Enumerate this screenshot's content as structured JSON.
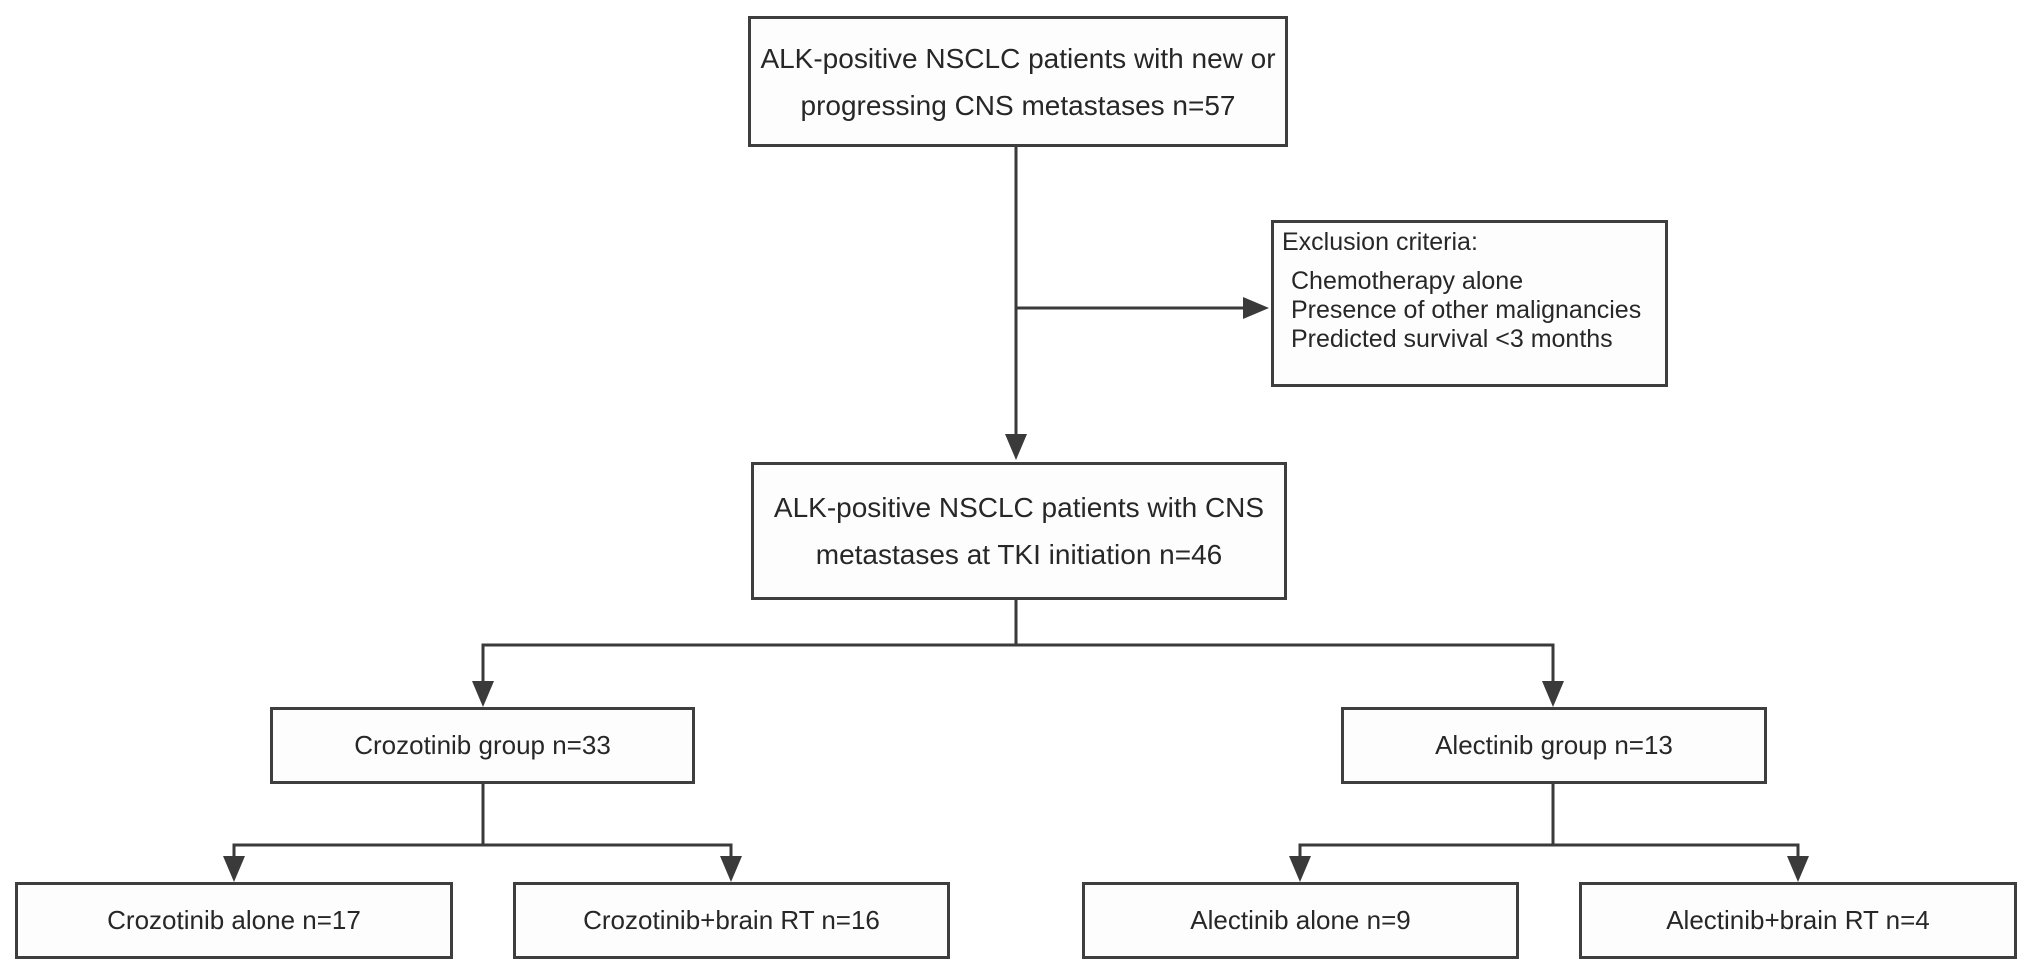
{
  "figure": {
    "kind": "patient-flow-diagram"
  },
  "diagram": {
    "nodes": {
      "enrollment": {
        "lines": [
          "ALK-positive NSCLC patients with new or",
          "progressing CNS metastases n=57"
        ]
      },
      "exclusion": {
        "title": "Exclusion criteria:",
        "items": [
          "Chemotherapy alone",
          "Presence of other malignancies",
          "Predicted survival <3 months"
        ]
      },
      "included": {
        "lines": [
          "ALK-positive NSCLC patients with CNS",
          "metastases at TKI initiation n=46"
        ]
      },
      "crozotinib_group": {
        "label": "Crozotinib group n=33"
      },
      "alectinib_group": {
        "label": "Alectinib group n=13"
      },
      "crozotinib_alone": {
        "label": "Crozotinib alone n=17"
      },
      "crozotinib_rt": {
        "label": "Crozotinib+brain RT n=16"
      },
      "alectinib_alone": {
        "label": "Alectinib alone n=9"
      },
      "alectinib_rt": {
        "label": "Alectinib+brain RT n=4"
      }
    },
    "edges": [
      {
        "from": "enrollment",
        "to": "included",
        "arrow": "down"
      },
      {
        "from": "enrollment",
        "to": "exclusion",
        "arrow": "right"
      },
      {
        "from": "included",
        "to": "crozotinib_group",
        "arrow": "down"
      },
      {
        "from": "included",
        "to": "alectinib_group",
        "arrow": "down"
      },
      {
        "from": "crozotinib_group",
        "to": "crozotinib_alone",
        "arrow": "down"
      },
      {
        "from": "crozotinib_group",
        "to": "crozotinib_rt",
        "arrow": "down"
      },
      {
        "from": "alectinib_group",
        "to": "alectinib_alone",
        "arrow": "down"
      },
      {
        "from": "alectinib_group",
        "to": "alectinib_rt",
        "arrow": "down"
      }
    ]
  },
  "colors": {
    "background": "#ffffff",
    "box_fill": "#fdfdfd",
    "box_border": "#3e3e3e",
    "line": "#3a3a3a",
    "text": "#272727"
  }
}
